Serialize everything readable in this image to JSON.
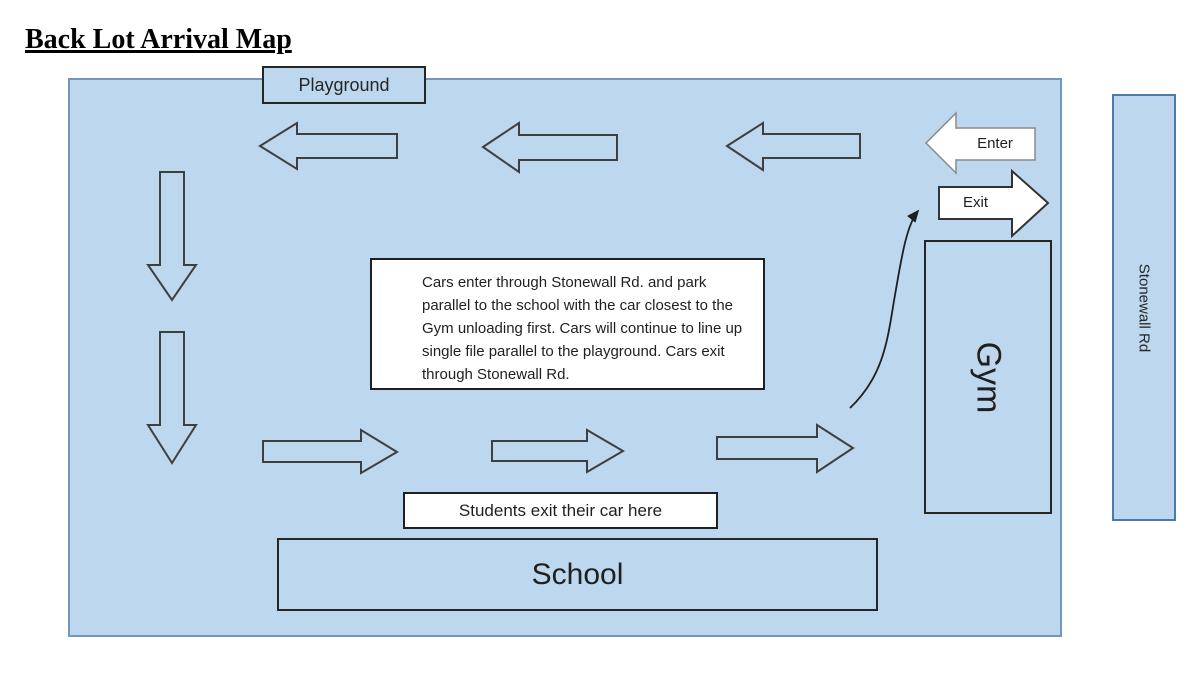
{
  "title": "Back Lot Arrival Map",
  "map": {
    "playground_label": "Playground",
    "gym_label": "Gym",
    "school_label": "School",
    "street_label": "Stonewall Rd",
    "enter_label": "Enter",
    "exit_label": "Exit",
    "students_label": "Students exit their car here",
    "instructions": "Cars enter through Stonewall Rd. and park parallel to the school with the car closest to the Gym unloading first. Cars will continue to line up single file parallel to the playground. Cars exit through Stonewall Rd."
  },
  "colors": {
    "lot_fill": "#BDD7EE",
    "lot_border": "#7496B8",
    "street_border": "#4A7CAB",
    "box_border": "#262626",
    "arrow_outline": "#3F3F3F",
    "gate_arrow_fill": "#FFFFFF",
    "connector": "#1F1F1F",
    "text": "#1F1F1F"
  }
}
